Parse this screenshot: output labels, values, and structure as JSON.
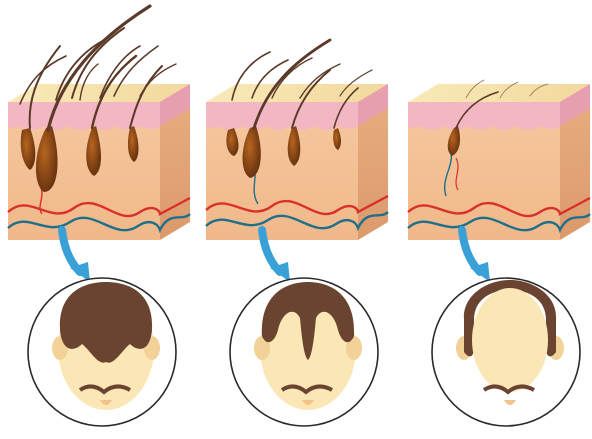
{
  "diagram": {
    "type": "hair-loss-stages",
    "stages": [
      {
        "hair_density": "dense",
        "follicles": "large",
        "scalp_pattern": "receding-temples"
      },
      {
        "hair_density": "thinning",
        "follicles": "medium",
        "scalp_pattern": "m-shape-recession"
      },
      {
        "hair_density": "minimal",
        "follicles": "miniaturized",
        "scalp_pattern": "bald-crown"
      }
    ],
    "colors": {
      "skin_top": "#f8e3b0",
      "epidermis": "#f3b7c4",
      "dermis": "#f2c49a",
      "dermis_side": "#e6a77c",
      "hair": "#5b3a2a",
      "follicle": "#8b4a1c",
      "vein_red": "#d9302c",
      "vein_blue": "#1f6f8b",
      "arrow": "#3aa0d8",
      "head_skin": "#fbe6b6",
      "head_hair": "#6b4431"
    }
  }
}
